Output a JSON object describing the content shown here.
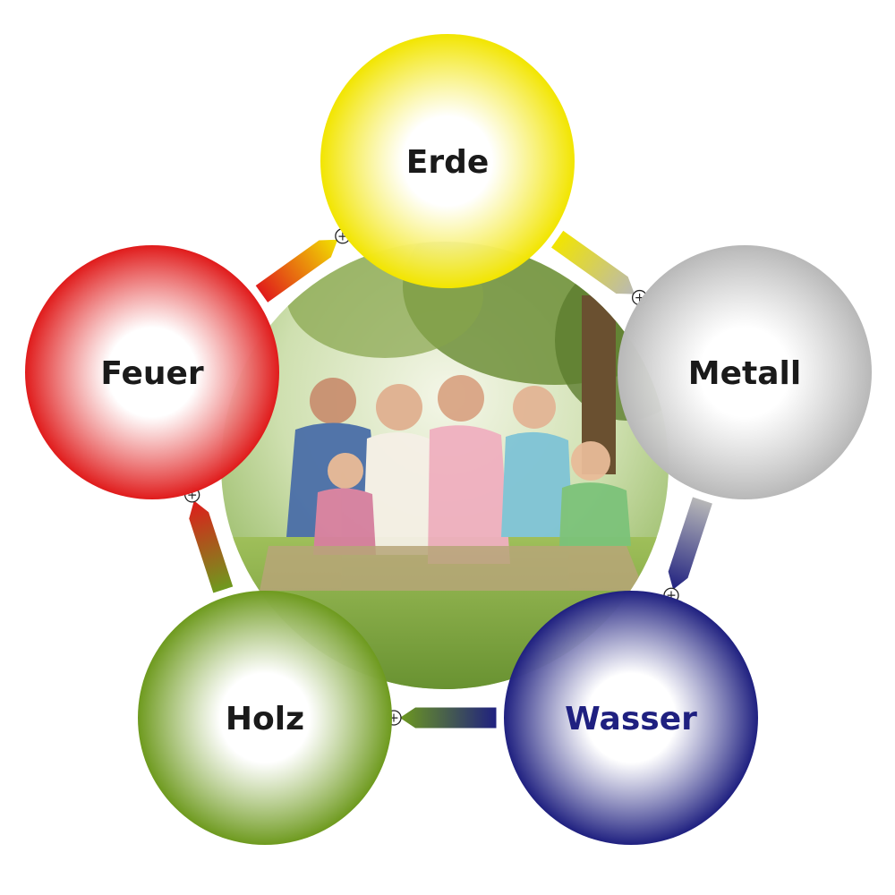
{
  "diagram": {
    "elements": [
      {
        "id": "erde",
        "label": "Erde",
        "color": "#f2e500",
        "label_color": "#1a1a1a"
      },
      {
        "id": "metall",
        "label": "Metall",
        "color": "#b8b8b8",
        "label_color": "#1a1a1a"
      },
      {
        "id": "wasser",
        "label": "Wasser",
        "color": "#1f2080",
        "label_color": "#1f2080"
      },
      {
        "id": "holz",
        "label": "Holz",
        "color": "#6e9a1e",
        "label_color": "#1a1a1a"
      },
      {
        "id": "feuer",
        "label": "Feuer",
        "color": "#e01b1b",
        "label_color": "#1a1a1a"
      }
    ],
    "cycle": [
      {
        "from": "erde",
        "to": "metall",
        "symbol": "+"
      },
      {
        "from": "metall",
        "to": "wasser",
        "symbol": "+"
      },
      {
        "from": "wasser",
        "to": "holz",
        "symbol": "+"
      },
      {
        "from": "holz",
        "to": "feuer",
        "symbol": "+"
      },
      {
        "from": "feuer",
        "to": "erde",
        "symbol": "+"
      }
    ],
    "center_photo": "family-picnic-photo"
  }
}
